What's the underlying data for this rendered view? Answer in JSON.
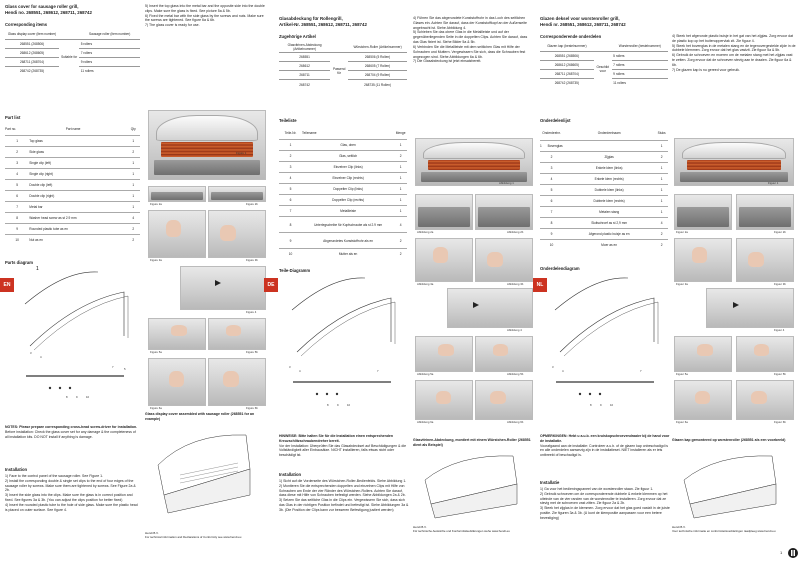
{
  "en": {
    "tab": "EN",
    "title_line1": "Glass cover for sausage roller grill,",
    "title_line2": "Hendi no. 268551, 268612, 268711, 268742",
    "corr_heading": "Corresponding items",
    "corr_col1": "Glass display cover (item number)",
    "corr_col2": "Sausage roller (item number)",
    "corr_mid": "Suitable for",
    "corr_rows": [
      [
        "268551 (268506)",
        "5 rollers"
      ],
      [
        "268612 (268605)",
        "7 rollers"
      ],
      [
        "268711 (268704)",
        "9 rollers"
      ],
      [
        "268742 (268735)",
        "11 rollers"
      ]
    ],
    "parts_heading": "Part list",
    "parts_header": [
      "Part no.",
      "Part name",
      "Qty"
    ],
    "parts": [
      [
        "1",
        "Top glass",
        "1"
      ],
      [
        "2",
        "Side glass",
        "2"
      ],
      [
        "3",
        "Single clip (left)",
        "1"
      ],
      [
        "4",
        "Single clip (right)",
        "1"
      ],
      [
        "5",
        "Double clip (left)",
        "1"
      ],
      [
        "6",
        "Double clip (right)",
        "1"
      ],
      [
        "7",
        "Metal bar",
        "1"
      ],
      [
        "8",
        "Washer head screw as st 2.9 mm",
        "4"
      ],
      [
        "9",
        "Rounded plastic tube as en",
        "2"
      ],
      [
        "10",
        "Nut as en",
        "2"
      ]
    ],
    "diagram_heading": "Parts diagram",
    "notes": "NOTES: Please prepare corresponding cross-head screw-driver for installation.",
    "notes2": "Before installation: Check the glass cover set for any damage & the completeness of all installation kits. DO NOT install if anything is damage.",
    "install_heading": "Installation",
    "steps": [
      "1) Face to the control panel of the sausage roller. See Figure 1.",
      "2) Install the corresponding double & single set clips to the end of four edges of the sausage roller by screws. Make sure them are tightened by screws. See Figure 2a & 2b.",
      "3) Insert the side glass into the clips. Make sure the glass is in correct position and fixed. See figures 3a & 3b. (You can adjust the clips position for better fixed)",
      "4) Insert the rounded plastic tube to the hole of side glass. Make sure the plastic head is placed on outer surface. See figure 4."
    ],
    "steps_col2": [
      "5) Insert the top glass into the metal bar and the opposite side into the double clips. Make sure the glass is fixed. See picture 5a & 5b.",
      "6) Fixed the metal bar with the side glass by the screws and nuts. Make sure the screws are tightened. See figure 6a & 6b.",
      "7) The glass cover is ready for use."
    ],
    "assembled_caption": "Glass display cover assembled with sausage roller (268551 for an example)",
    "footer1": "Hendi B.V.",
    "footer2": "For technical information and Declarations of Conformity see www.hendi.eu"
  },
  "de": {
    "tab": "DE",
    "title_line1": "Glasabdeckung für Rollengrill,",
    "title_line2": "Artikel-Nr. 268551, 268612, 268711, 268742",
    "corr_heading": "Zugehörige Artikel",
    "corr_col1": "Glasvitrinen-Abdeckung (Artikelnummer)",
    "corr_col2": "Würstchen-Roller (Artikelnummer)",
    "corr_mid": "Passend für",
    "corr_rows": [
      [
        "268551",
        "268506 (5 Rollen)"
      ],
      [
        "268612",
        "268605 (7 Rollen)"
      ],
      [
        "268711",
        "268704 (9 Rollen)"
      ],
      [
        "268742",
        "268735 (11 Rollen)"
      ]
    ],
    "parts_heading": "Teileliste",
    "parts_header": [
      "Teile-Nr.",
      "Teilename",
      "Menge"
    ],
    "parts": [
      [
        "1",
        "Glas, oben",
        "1"
      ],
      [
        "2",
        "Glas, seitlich",
        "2"
      ],
      [
        "3",
        "Einzelner Clip (links)",
        "1"
      ],
      [
        "4",
        "Einzelner Clip (rechts)",
        "1"
      ],
      [
        "5",
        "Doppelter Clip (links)",
        "1"
      ],
      [
        "6",
        "Doppelter Clip (rechts)",
        "1"
      ],
      [
        "7",
        "Metallleiste",
        "1"
      ],
      [
        "8",
        "Unterlegscheibe für Kopfschraube als st 2.9 mm",
        "4"
      ],
      [
        "9",
        "Abgerundetes Kunststoffrohr als en",
        "2"
      ],
      [
        "10",
        "Mutter als en",
        "2"
      ]
    ],
    "diagram_heading": "Teile-Diagramm",
    "notes": "HINWEISE: Bitte halten Sie für die Installation einen entsprechenden Kreuzschlitzschraubendreher bereit.",
    "notes2": "Vor der Installation: Überprüfen Sie das Glasabdeckset auf Beschädigungen & die Vollständigkeit aller Einbausätze. NICHT installieren, falls etwas nicht oder beschädigt ist.",
    "install_heading": "Installation",
    "steps": [
      "1) Sicht auf die Vorderseite des Würstchen-Roller-Bedienfelds. Siehe Abbildung 1.",
      "2) Montieren Sie die entsprechenden doppelten und einzelnen Clips mit Hilfe von Schrauben am Ende der vier Ränder des Würstchen-Rollers. Achten Sie darauf, dass diese mit Hilfe von Schrauben befestigt werden. Siehe Abbildungen 2a & 2b.",
      "3) Setzen Sie das seitliche Glas in die Clips ein. Vergewissern Sie sich, dass sich das Glas in der richtigen Position befindet und befestigt ist. Siehe Abbildungen 3a & 3b. (Die Position der Clips kann zur besseren Befestigung justiert werden)"
    ],
    "steps_col2": [
      "4) Führen Sie das abgerundete Kunststoffrohr in das Loch des seitlichen Glases ein. Achten Sie darauf, dass der Kunststoffkopf an der Außenseite angebracht ist. Siehe Abbildung 4.",
      "5) Schieben Sie das obere Glas in die Metallleiste und auf der gegenüberliegenden Seite in die doppelten Clips. Achten Sie darauf, dass das Glas fixiert ist. Siehe Bilder 5a & 5b.",
      "6) Verbinden Sie die Metallleiste mit dem seitlichen Glas mit Hilfe der Schrauben und Muttern. Vergewissern Sie sich, dass die Schrauben fest angezogen sind. Siehe Abbildungen 6a & 6b.",
      "7) Die Glasabdeckung ist jetzt einsatzbereit."
    ],
    "assembled_caption": "Glasvitrinen-Abdeckung, montiert mit einem Würstchen-Roller (268551 dient als Beispiel)",
    "footer1": "Hendi B.V.",
    "footer2": "Für technische Auskünfte und Konformitätserklärungen siehe www.hendi.eu"
  },
  "nl": {
    "tab": "NL",
    "title_line1": "Glazen deksel voor worstenroller grill,",
    "title_line2": "Hendi nr. 268551, 268612, 268711, 268742",
    "corr_heading": "Corresponderende onderdelen",
    "corr_col1": "Glazen kap (bestelnummer)",
    "corr_col2": "Worstenroller (bestelnummer)",
    "corr_mid": "Geschikt voor",
    "corr_rows": [
      [
        "268551 (268506)",
        "5 rollers"
      ],
      [
        "268612 (268605)",
        "7 rollers"
      ],
      [
        "268711 (268704)",
        "9 rollers"
      ],
      [
        "268742 (268735)",
        "11 rollers"
      ]
    ],
    "parts_heading": "Onderdelenlijst",
    "parts_header": [
      "Onderdeelnr.",
      "Onderdeelnaam",
      "Stuks"
    ],
    "parts": [
      [
        "1",
        "Bovenglas",
        "1"
      ],
      [
        "2",
        "Zijglas",
        "2"
      ],
      [
        "3",
        "Enkele klem (links)",
        "1"
      ],
      [
        "4",
        "Enkele klem (rechts)",
        "1"
      ],
      [
        "5",
        "Dubbele klem (links)",
        "1"
      ],
      [
        "6",
        "Dubbele klem (rechts)",
        "1"
      ],
      [
        "7",
        "Metalen stang",
        "1"
      ],
      [
        "8",
        "Sluitschroef as st 2,9 mm",
        "4"
      ],
      [
        "9",
        "Afgerond plastic buisje as en",
        "2"
      ],
      [
        "10",
        "Moer as en",
        "2"
      ]
    ],
    "diagram_heading": "Onderdelendiagram",
    "notes": "OPMERKINGEN: Hebt u a.u.b. een kruiskopschroevendraaier bij de hand voor de installatie.",
    "notes2": "Voorafgaand aan de installatie: Controleer a.u.b. of de glazen kap onbeschadigd is en alle onderdelen aanwezig zijn in de installatieset. NIET installeren als er iets ontbreekt of beschadigd is.",
    "install_heading": "Installatie",
    "steps": [
      "1) Ga voor het bedieningspaneel van de worstenroller staan. Zie figuur 1.",
      "2) Gebruik schroeven om de corresponderende dubbele & enkele klemmen op het uiteinde van de vier randen van de worstenroller te installeren. Zorg ervoor dat ze stevig met de schroeven vast zitten. Zie figuur 2a & 2b.",
      "3) Steek het zijglas in de klemmen. Zorg ervoor dat het glas goed vastzit in de juiste positie. Zie figuren 3a & 3b. (U kunt de klempositie aanpassen voor een betere bevestiging)"
    ],
    "steps_col2": [
      "4) Steek het afgeronde plastic buisje in het gat van het zijglas. Zorg ervoor dat de plastic kop op het buitenoppervlak zit. Zie figuur 4.",
      "5) Steek het bovenglas in de metalen stang en de tegenovergestelde zijde in de dubbele klemmen. Zorg ervoor dat het glas vastzit. Zie figuur 5a & 5b.",
      "6) Gebruik de schroeven en moeren om de metalen stang met het zijglas vast te zetten. Zorg ervoor dat de schroeven stevig aan te draaien. Zie figuur 6a & 6b.",
      "7) De glazen kap is nu gereed voor gebruik."
    ],
    "assembled_caption": "Glazen kap gemonteerd op worstenroller (268551 als een voorbeeld)",
    "footer1": "Hendi B.V.",
    "footer2": "Voor technische informatie en conformiteitsverklaringen raadpleeg www.hendi.eu"
  },
  "figures": {
    "fig1": "Figuur 1",
    "fig1_en": "Figure 1",
    "fig1_de": "Abbildung 1",
    "fig2a_en": "Figure 2a",
    "fig2b_en": "Figure 2b",
    "fig3a_en": "Figure 3a",
    "fig3b_en": "Figure 3b",
    "fig4_en": "Figure 4",
    "fig5a_en": "Figure 5a",
    "fig5b_en": "Figure 5b",
    "fig6a_en": "Figure 6a",
    "fig6b_en": "Figure 6b",
    "fig2a_de": "Abbildung 2a",
    "fig2b_de": "Abbildung 2b",
    "fig3a_de": "Abbildung 3a",
    "fig3b_de": "Abbildung 3b",
    "fig4_de": "Abbildung 4",
    "fig5a_de": "Abbildung 5a",
    "fig5b_de": "Abbildung 5b",
    "fig6a_de": "Abbildung 6a",
    "fig6b_de": "Abbildung 6b",
    "fig2a_nl": "Figuur 2a",
    "fig2b_nl": "Figuur 2b",
    "fig3a_nl": "Figuur 3a",
    "fig3b_nl": "Figuur 3b",
    "fig4_nl": "Figuur 4",
    "fig5a_nl": "Figuur 5a",
    "fig5b_nl": "Figuur 5b",
    "fig6a_nl": "Figuur 6a",
    "fig6b_nl": "Figuur 6b"
  },
  "diagram_numbers": [
    "1",
    "2",
    "3",
    "4",
    "5",
    "6",
    "7",
    "8",
    "9",
    "10"
  ],
  "assembly_numbers": [
    "1",
    "2",
    "3",
    "4",
    "5",
    "6",
    "7",
    "8",
    "9",
    "10"
  ],
  "page_number": "1",
  "colors": {
    "tab_red": "#cc3321",
    "text": "#222222"
  }
}
